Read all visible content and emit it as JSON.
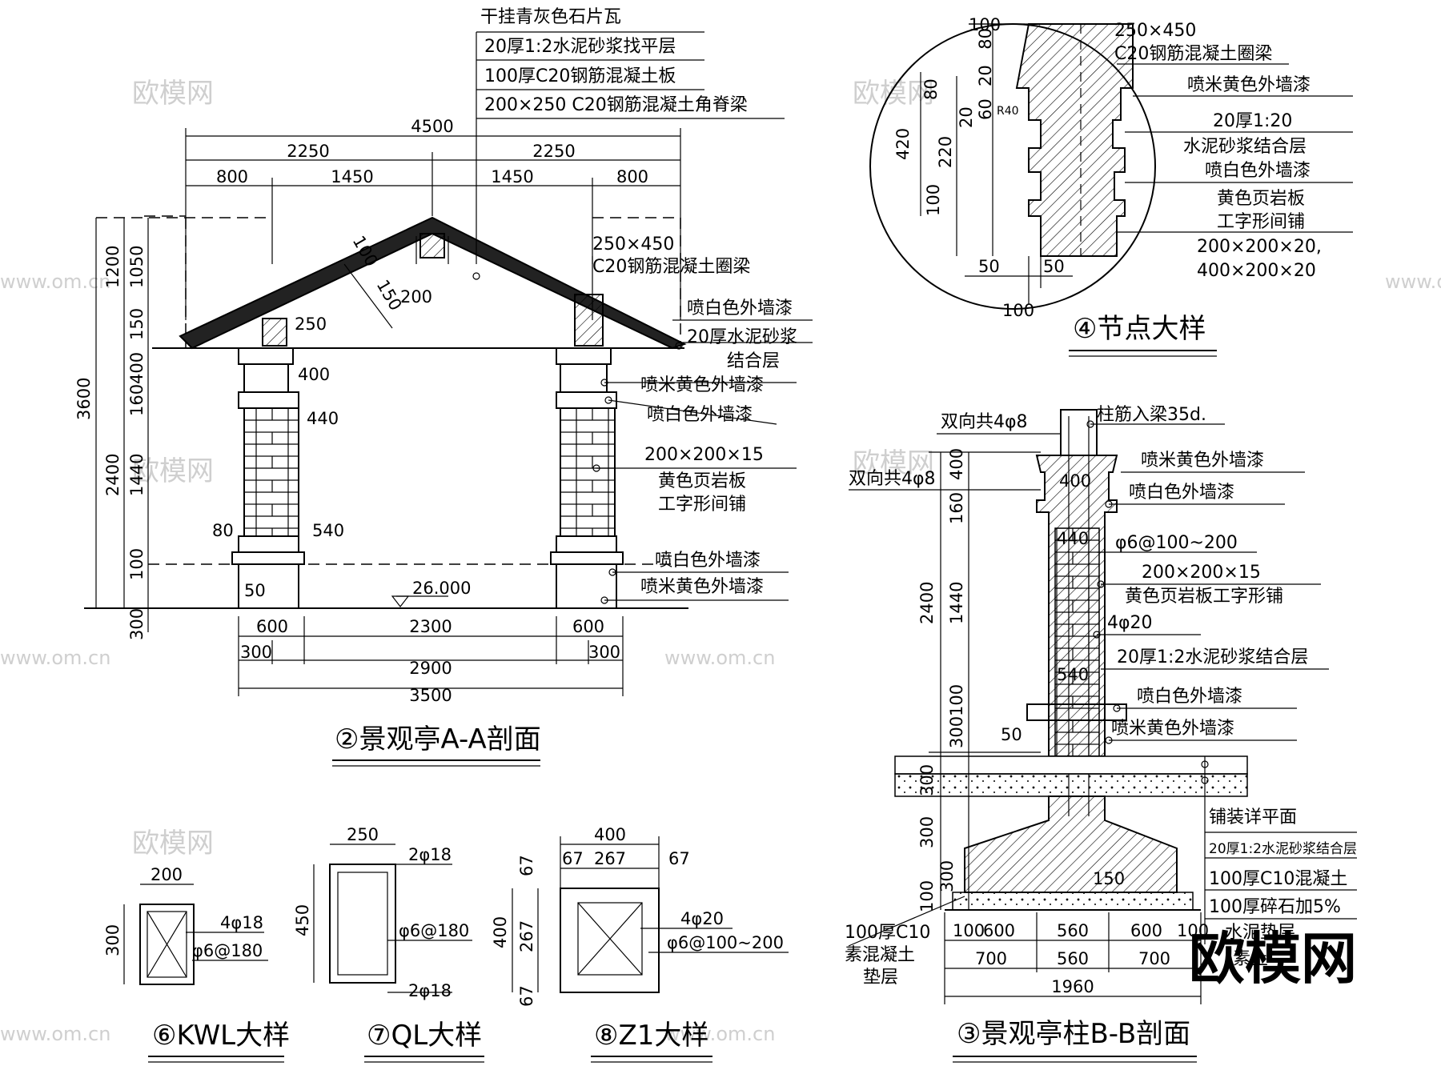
{
  "titles": {
    "section_aa": "②景观亭A-A剖面",
    "node_detail": "④节点大样",
    "column_bb": "③景观亭柱B-B剖面",
    "kwl": "⑥KWL大样",
    "ql": "⑦QL大样",
    "z1": "⑧Z1大样"
  },
  "roof_labels": [
    "干挂青灰色石片瓦",
    "20厚1:2水泥砂浆找平层",
    "100厚C20钢筋混凝土板",
    "200×250 C20钢筋混凝土角脊梁"
  ],
  "section_labels": {
    "ring_beam": [
      "250×450",
      "C20钢筋混凝土圈梁"
    ],
    "white_paint_1": "喷白色外墙漆",
    "mortar_1": [
      "20厚水泥砂浆",
      "结合层"
    ],
    "yellow_paint_1": "喷米黄色外墙漆",
    "white_paint_2": "喷白色外墙漆",
    "shale": [
      "200×200×15",
      "黄色页岩板",
      "工字形间铺"
    ],
    "white_paint_3": "喷白色外墙漆",
    "yellow_paint_2": "喷米黄色外墙漆",
    "elevation": "26.000"
  },
  "section_dims": {
    "top_total": "4500",
    "top_half_l": "2250",
    "top_half_r": "2250",
    "top_800_l": "800",
    "top_1450_l": "1450",
    "top_1450_r": "1450",
    "top_800_r": "800",
    "roof_100": "100",
    "roof_150": "150",
    "roof_200": "200",
    "col_250": "250",
    "col_400": "400",
    "col_440": "440",
    "col_80": "80",
    "col_540": "540",
    "col_50": "50",
    "left_3600": "3600",
    "left_1200": "1200",
    "left_1050": "1050",
    "left_150": "150",
    "left_400": "400",
    "left_160": "160",
    "left_2400": "2400",
    "left_1440": "1440",
    "left_100": "100",
    "left_300": "300",
    "bot_600_l": "600",
    "bot_2300": "2300",
    "bot_600_r": "600",
    "bot_300_l": "300",
    "bot_2900": "2900",
    "bot_300_r": "300",
    "bot_3500": "3500"
  },
  "node_labels": {
    "ring_beam": [
      "250×450",
      "C20钢筋混凝土圈梁"
    ],
    "yellow_paint": "喷米黄色外墙漆",
    "mortar": [
      "20厚1:20",
      "水泥砂浆结合层"
    ],
    "white_paint": "喷白色外墙漆",
    "shale": [
      "黄色页岩板",
      "工字形间铺"
    ],
    "sizes": [
      "200×200×20,",
      "400×200×20"
    ]
  },
  "node_dims": {
    "top_100": "100",
    "d80a": "80",
    "d20a": "20",
    "d80b": "80",
    "d20b": "20",
    "d60": "60",
    "d420": "420",
    "d220": "220",
    "d100": "100",
    "b50a": "50",
    "b50b": "50",
    "b100": "100",
    "r40": "R40"
  },
  "column_labels": {
    "rebar_top": "双向共4φ8",
    "rebar_anchor": "柱筋入梁35d.",
    "yellow_paint_1": "喷米黄色外墙漆",
    "rebar_mid": "双向共4φ8",
    "white_paint_1": "喷白色外墙漆",
    "stirrup": "φ6@100~200",
    "shale_size": "200×200×15",
    "shale": "黄色页岩板工字形铺",
    "main_bar": "4φ20",
    "mortar": "20厚1:2水泥砂浆结合层",
    "white_paint_2": "喷白色外墙漆",
    "yellow_paint_2": "喷米黄色外墙漆",
    "paving": "铺装详平面",
    "paving_mortar": "20厚1:2水泥砂浆结合层",
    "c10": "100厚C10混凝土",
    "gravel": [
      "100厚碎石加5%",
      "水泥垫层"
    ],
    "bedding": [
      "100厚C10",
      "素混凝土",
      "垫层"
    ],
    "tail": "素土"
  },
  "column_dims": {
    "d400": "400",
    "d160": "160",
    "d2400": "2400",
    "d1440": "1440",
    "d100": "100",
    "d300": "300",
    "f300a": "300",
    "f300b": "300",
    "f300c": "300",
    "f100": "100",
    "w400": "400",
    "w440": "440",
    "w540": "540",
    "w50": "50",
    "w150": "150",
    "b100a": "100",
    "b600a": "600",
    "b560a": "560",
    "b600b": "600",
    "b100b": "100",
    "b700a": "700",
    "b560b": "560",
    "b700b": "700",
    "b1960": "1960"
  },
  "kwl": {
    "w": "200",
    "h": "300",
    "bar": "4φ18",
    "stirrup": "φ6@180"
  },
  "ql": {
    "w": "250",
    "h": "450",
    "bar_top": "2φ18",
    "stirrup": "φ6@180",
    "bar_bot": "2φ18"
  },
  "z1": {
    "w": "400",
    "w_in": "267",
    "c_l": "67",
    "c_r": "67",
    "h": "400",
    "h_in": "267",
    "c_t": "67",
    "c_b": "67",
    "bar": "4φ20",
    "stirrup": "φ6@100~200"
  },
  "watermarks": [
    "欧模网",
    "www.om.cn"
  ],
  "logo": "欧模网"
}
